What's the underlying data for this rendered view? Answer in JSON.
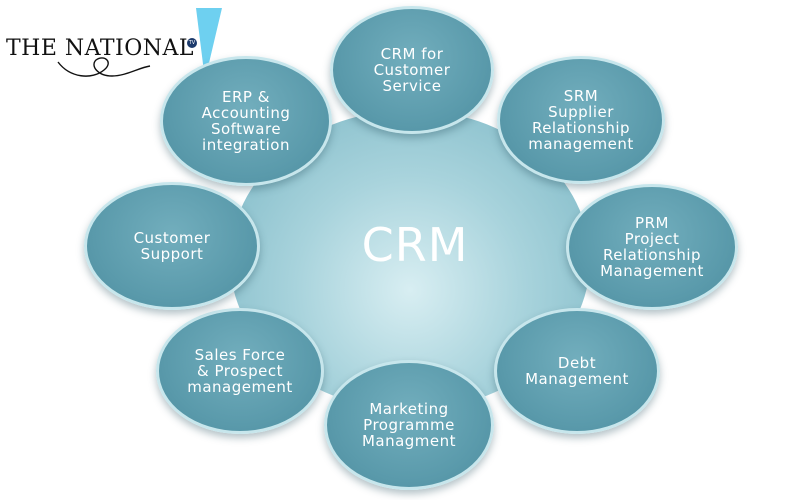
{
  "logo": {
    "text": "The National",
    "badge": "TV",
    "accent": "#6ed0f0"
  },
  "center": {
    "label": "CRM"
  },
  "nodes": [
    {
      "lines": [
        "CRM for",
        "Customer",
        "Service"
      ]
    },
    {
      "lines": [
        "SRM",
        "Supplier",
        "Relationship",
        "management"
      ]
    },
    {
      "lines": [
        "PRM",
        "Project",
        "Relationship",
        "Management"
      ]
    },
    {
      "lines": [
        "Debt",
        "Management"
      ]
    },
    {
      "lines": [
        "Marketing",
        "Programme",
        "Managment"
      ]
    },
    {
      "lines": [
        "Sales Force",
        "& Prospect",
        "management"
      ]
    },
    {
      "lines": [
        "Customer",
        "Support"
      ]
    },
    {
      "lines": [
        "ERP &",
        "Accounting",
        "Software",
        "integration"
      ]
    }
  ],
  "colors": {
    "node": "#5a9aab",
    "node_border": "#c7e6ec",
    "hub": "#a8d3dc",
    "text": "#ffffff"
  }
}
